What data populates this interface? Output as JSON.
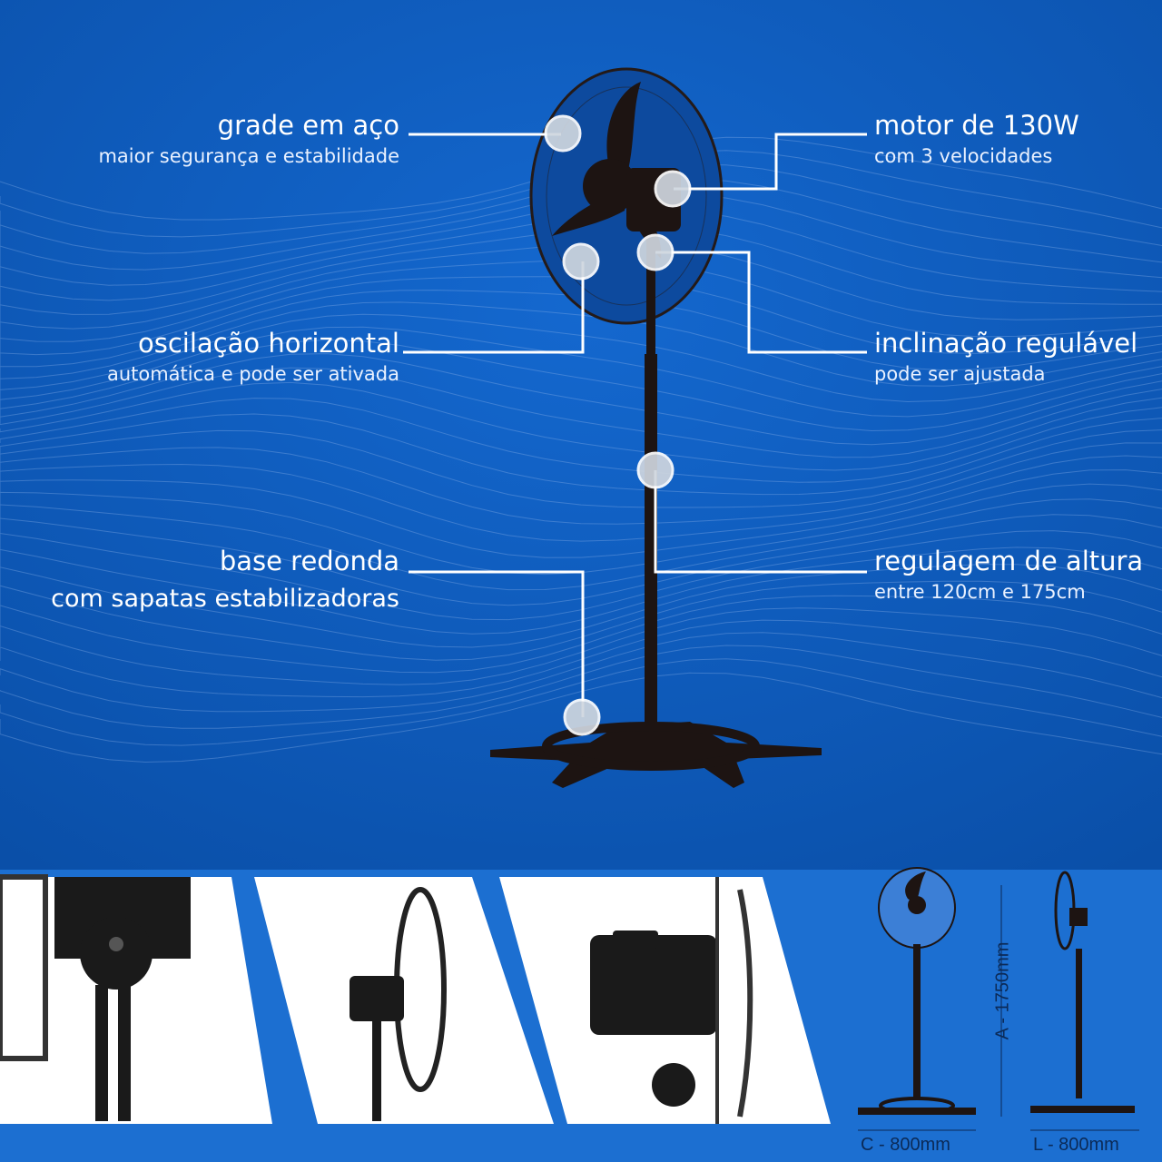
{
  "features": {
    "grid": {
      "title": "grade em aço",
      "subtitle": "maior segurança e estabilidade"
    },
    "motor": {
      "title": "motor de 130W",
      "subtitle": "com 3 velocidades"
    },
    "oscillation": {
      "title": "oscilação horizontal",
      "subtitle": "automática e pode ser ativada"
    },
    "tilt": {
      "title": "inclinação regulável",
      "subtitle": "pode ser ajustada"
    },
    "base": {
      "title": "base redonda",
      "subtitle": "com sapatas estabilizadoras"
    },
    "height": {
      "title": "regulagem de altura",
      "subtitle": "entre 120cm e 175cm"
    }
  },
  "dimensions": {
    "height": "A - 1750mm",
    "length": "C - 800mm",
    "width": "L - 800mm"
  },
  "colors": {
    "background": "#0b5bbd",
    "bottom_band": "#1c6fd1",
    "fan": "#1d1412",
    "marker": "#cfd6df"
  }
}
